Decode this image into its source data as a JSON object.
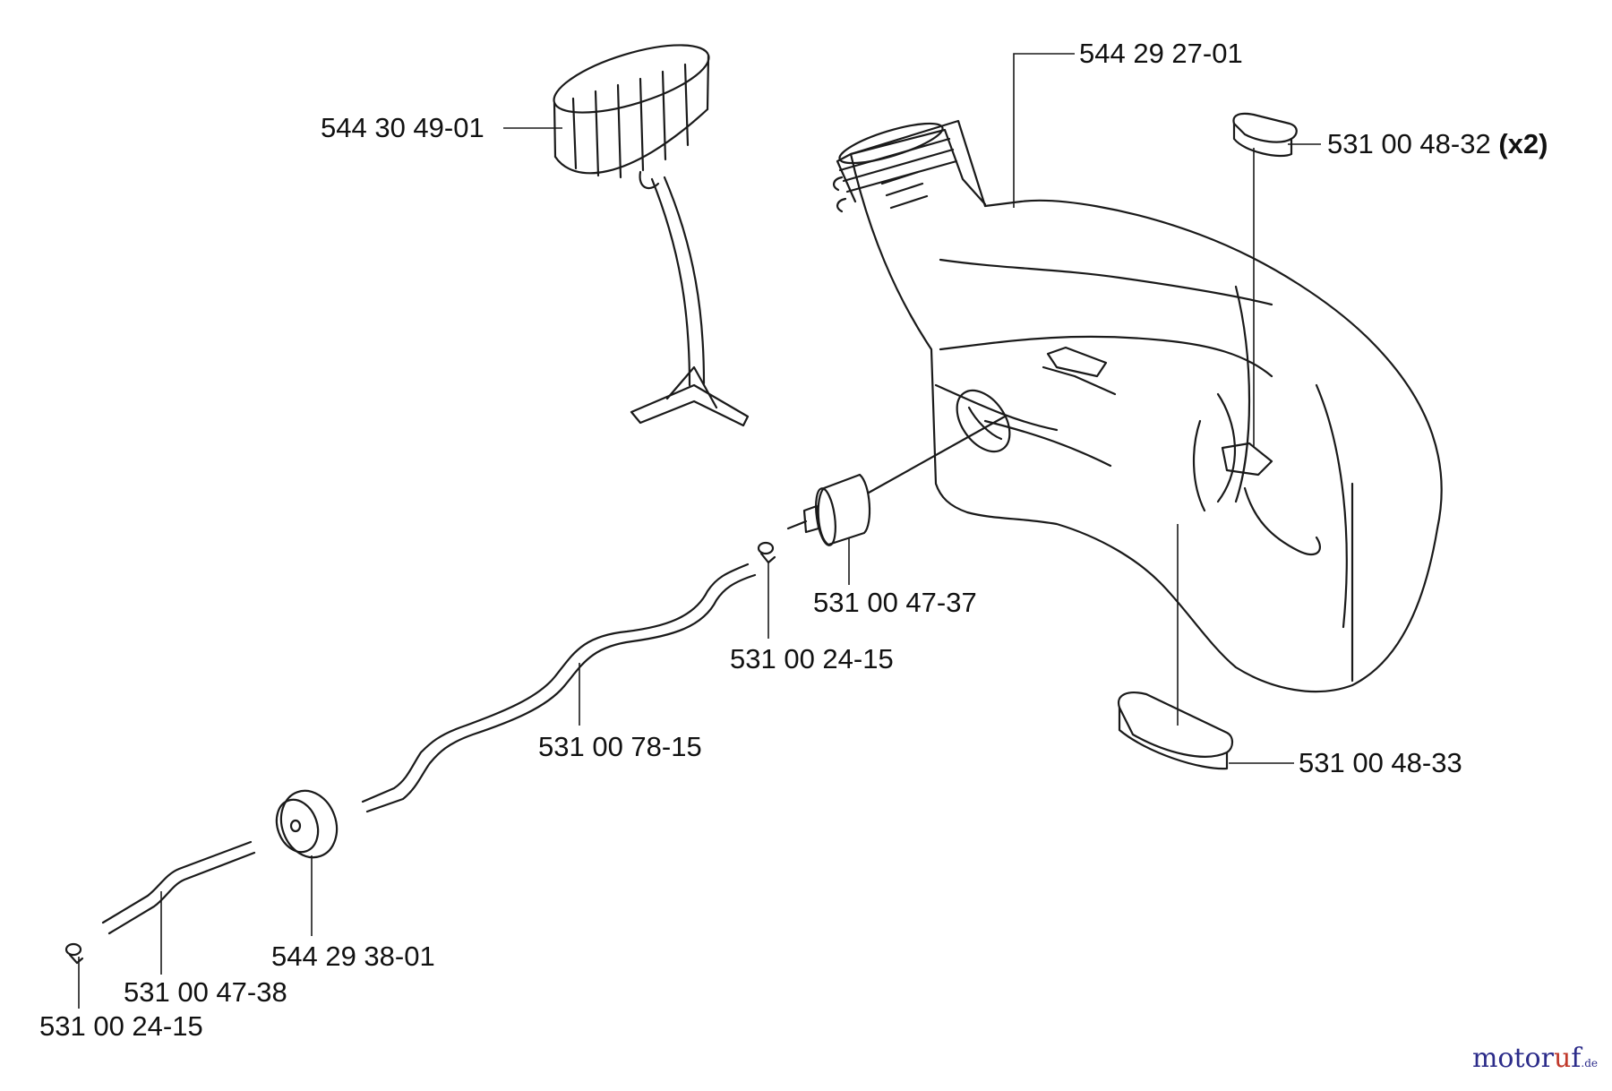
{
  "parts": {
    "tank": "544 29 27-01",
    "cap": "544 30 49-01",
    "pad_top": "531 00 48-32",
    "pad_top_qty": "(x2)",
    "pad_bottom": "531 00 48-33",
    "filter": "531 00 47-37",
    "clamp_upper": "531 00 24-15",
    "hose_long": "531 00 78-15",
    "grommet": "544 29 38-01",
    "hose_short": "531 00 47-38",
    "clamp_lower": "531 00 24-15"
  },
  "watermark": {
    "main": "motor",
    "accent": "u",
    "end": "f",
    "tld": ".de"
  }
}
